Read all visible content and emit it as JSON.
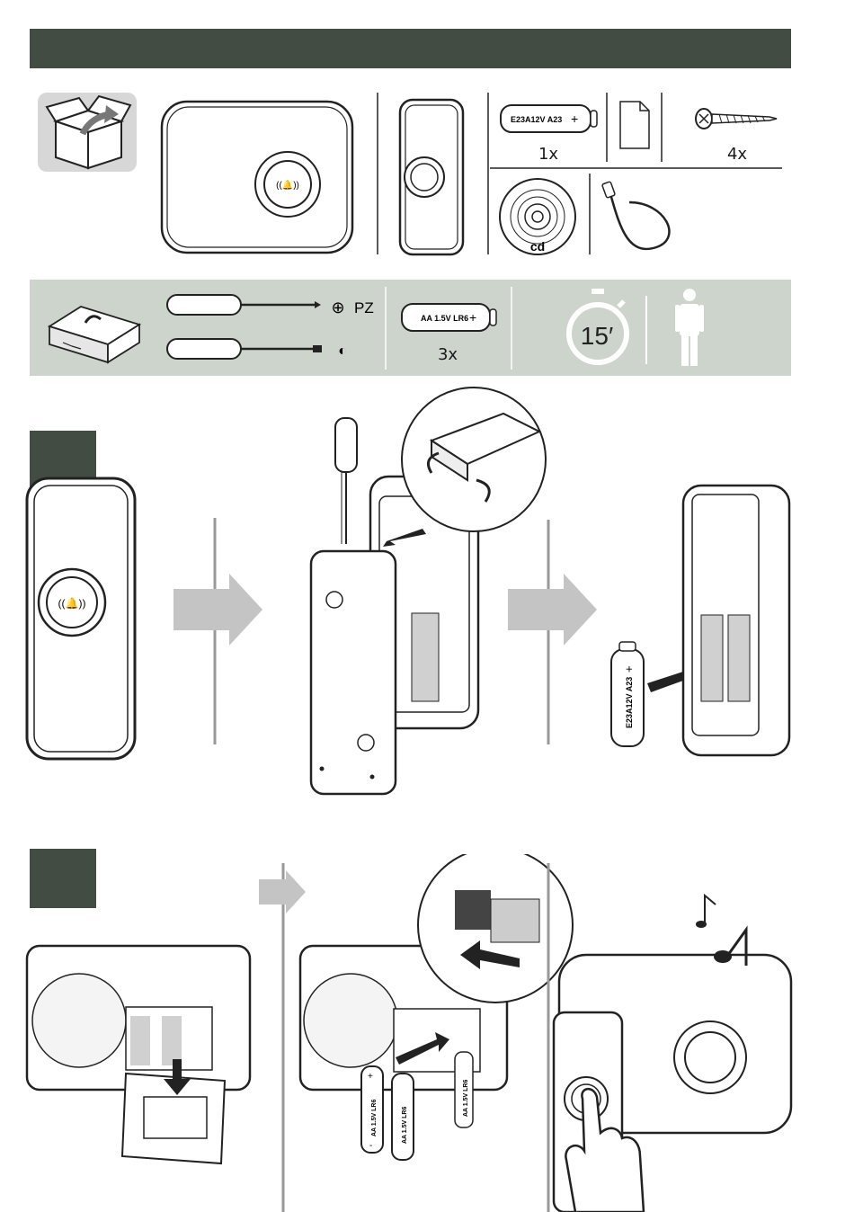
{
  "contents": {
    "chime_battery_label": "E23A12V A23",
    "chime_battery_plus": "+",
    "chime_battery_qty": "1x",
    "screw_qty": "4x",
    "cd_label": "cd"
  },
  "tools": {
    "pz_symbol": "⊕",
    "pz_label": "PZ",
    "flat_symbol": "◐",
    "aa_battery_label": "AA 1.5V LR6",
    "aa_battery_plus": "+",
    "aa_battery_qty": "3x",
    "time_value": "15′"
  },
  "step1": {
    "battery_label": "E23A12V A23",
    "battery_plus": "+"
  },
  "step2": {
    "aa_label_1": "AA 1.5V LR6",
    "aa_label_2": "AA 1.5V LR6",
    "aa_label_3": "AA 1.5V LR6",
    "plus": "+",
    "minus": "-"
  }
}
